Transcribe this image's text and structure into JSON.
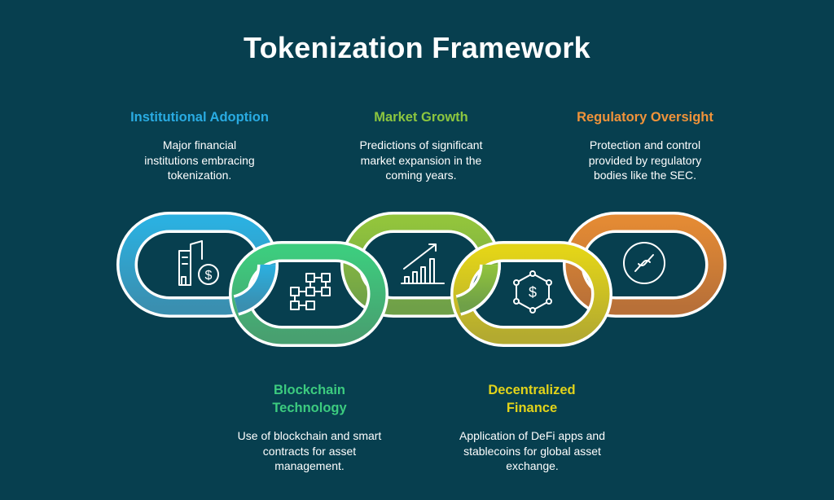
{
  "title": "Tokenization Framework",
  "items": [
    {
      "heading": "Institutional Adoption",
      "text": "Major financial institutions embracing tokenization.",
      "color": "#29abe2",
      "icon": "building-dollar-icon"
    },
    {
      "heading": "Blockchain Technology",
      "text": "Use of blockchain and smart contracts for asset management.",
      "color": "#3ccb7f",
      "icon": "blockchain-blocks-icon"
    },
    {
      "heading": "Market Growth",
      "text": "Predictions of significant market expansion in the coming years.",
      "color": "#8cc63f",
      "icon": "growth-chart-icon"
    },
    {
      "heading": "Decentralized Finance",
      "text": "Application of DeFi apps and stablecoins for global asset exchange.",
      "color": "#e2d31a",
      "icon": "dollar-network-icon"
    },
    {
      "heading": "Regulatory Oversight",
      "text": "Protection and control provided by regulatory bodies like the SEC.",
      "color": "#f0933a",
      "icon": "regulation-seal-icon"
    }
  ]
}
